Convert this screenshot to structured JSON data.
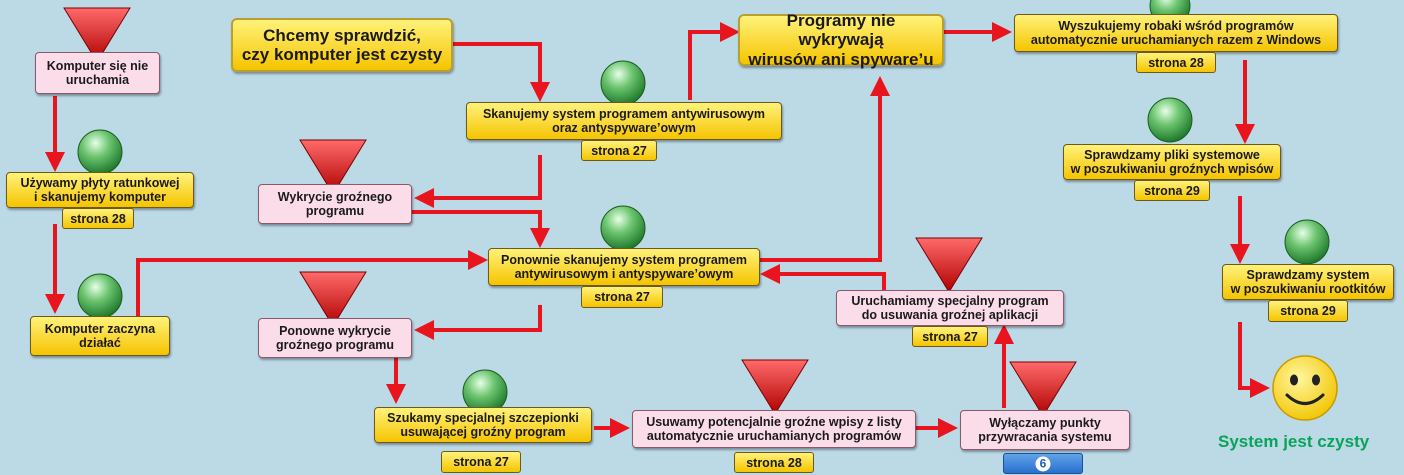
{
  "nodes": {
    "start": {
      "text": "Chcemy sprawdzić,\nczy komputer jest czysty"
    },
    "no_virus": {
      "text": "Programy nie wykrywają\nwirusów ani spyware’u"
    },
    "scan1": {
      "text": "Skanujemy system programem antywirusowym\noraz antyspyware’owym",
      "page": "strona 27"
    },
    "autorun_worms": {
      "text": "Wyszukujemy robaki wśród programów\nautomatycznie uruchamianych razem z Windows",
      "page": "strona 28"
    },
    "sysfiles": {
      "text": "Sprawdzamy pliki systemowe\nw poszukiwaniu groźnych wpisów",
      "page": "strona 29"
    },
    "rootkits": {
      "text": "Sprawdzamy system\nw poszukiwaniu rootkitów",
      "page": "strona 29"
    },
    "no_start": {
      "text": "Komputer się nie\nuruchamia"
    },
    "rescue": {
      "text": "Używamy płyty ratunkowej\ni skanujemy komputer",
      "page": "strona 28"
    },
    "works": {
      "text": "Komputer zaczyna\ndziałać"
    },
    "detect1": {
      "text": "Wykrycie groźnego\nprogramu"
    },
    "scan2": {
      "text": "Ponownie skanujemy system programem\nantywirusowym i antyspyware’owym",
      "page": "strona 27"
    },
    "detect2": {
      "text": "Ponowne wykrycie\ngroźnego programu"
    },
    "special_prog": {
      "text": "Uruchamiamy specjalny program\ndo usuwania groźnej aplikacji",
      "page": "strona 27"
    },
    "vaccine": {
      "text": "Szukamy specjalnej szczepionki\nusuwającej groźny program",
      "page": "strona 27"
    },
    "remove_entries": {
      "text": "Usuwamy potencjalnie groźne wpisy z listy\nautomatycznie uruchamianych programów",
      "page": "strona 28"
    },
    "restore_points": {
      "text": "Wyłączamy punkty\nprzywracania systemu",
      "step": "6"
    }
  },
  "final_text": "System jest czysty",
  "colors": {
    "arrow": "#e8141e",
    "green": "#3fa34d",
    "red": "#d81a1a",
    "smiley": "#f7d000",
    "final_text": "#0aa35a"
  }
}
